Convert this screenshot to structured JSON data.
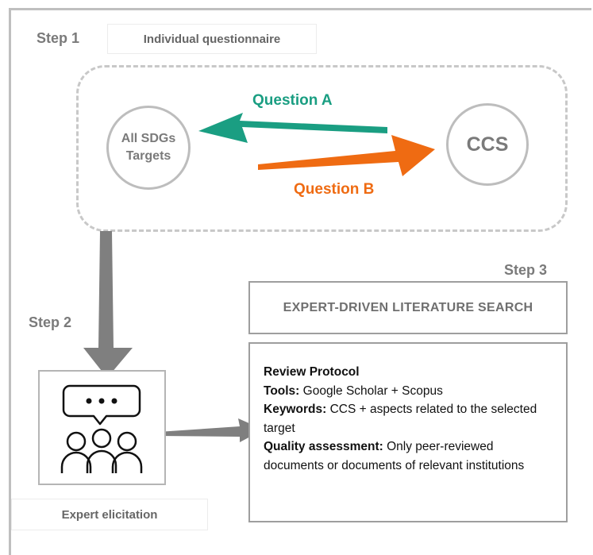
{
  "step1": {
    "label": "Step 1",
    "title": "Individual questionnaire"
  },
  "step2": {
    "label": "Step 2",
    "caption": "Expert elicitation"
  },
  "step3": {
    "label": "Step 3",
    "title": "EXPERT-DRIVEN LITERATURE SEARCH"
  },
  "nodes": {
    "left": "All SDGs Targets",
    "right": "CCS"
  },
  "questions": {
    "a": {
      "label": "Question A",
      "color": "#1a9e82"
    },
    "b": {
      "label": "Question B",
      "color": "#ef6b12"
    }
  },
  "protocol": {
    "heading": "Review Protocol",
    "tools_label": "Tools:",
    "tools_value": "Google Scholar + Scopus",
    "keywords_label": "Keywords:",
    "keywords_value": "CCS + aspects related to the selected target",
    "quality_label": "Quality assessment:",
    "quality_value": "Only peer-reviewed documents or documents of relevant institutions"
  },
  "colors": {
    "gray_arrow": "#7f7f7f",
    "border": "#bdbdbd"
  }
}
